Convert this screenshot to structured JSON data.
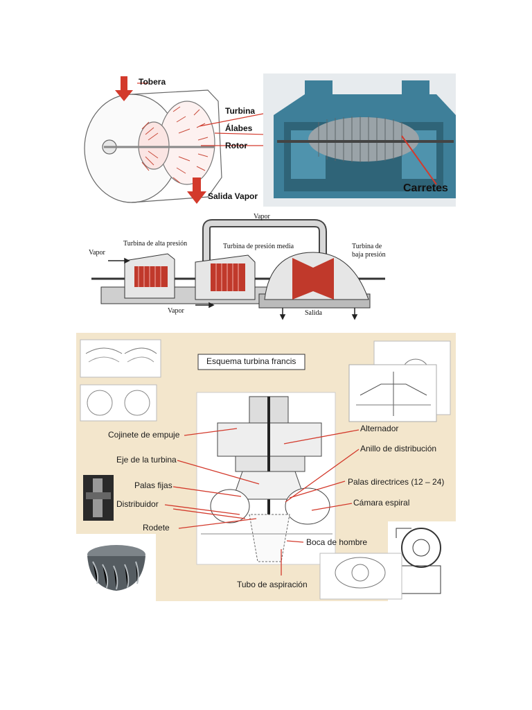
{
  "figure1": {
    "labels": {
      "tobera": "Tobera",
      "turbina": "Turbina",
      "alabes": "Álabes",
      "rotor": "Rotor",
      "salida_vapor": "Salida Vapor",
      "carretes": "Carretes"
    }
  },
  "figure2": {
    "labels": {
      "vapor_top": "Vapor",
      "alta": "Turbina de alta presión",
      "media": "Turbina de presión media",
      "baja": "Turbina de baja presión",
      "vapor_left": "Vapor",
      "vapor_bottom": "Vapor",
      "salida": "Salida"
    }
  },
  "figure3": {
    "title": "Esquema turbina francis",
    "labels": {
      "cojinete": "Cojinete de empuje",
      "eje": "Eje de la turbina",
      "palas_fijas": "Palas fijas",
      "distribuidor": "Distribuidor",
      "rodete": "Rodete",
      "alternador": "Alternador",
      "anillo": "Anillo de distribución",
      "palas_directrices": "Palas directrices (12 – 24)",
      "camara": "Cámara espiral",
      "boca": "Boca de hombre",
      "tubo": "Tubo de aspiración"
    }
  },
  "colors": {
    "accent_red": "#d33a2c",
    "panel_beige": "#f3e6cc",
    "machine_blue": "#3e7f99"
  }
}
